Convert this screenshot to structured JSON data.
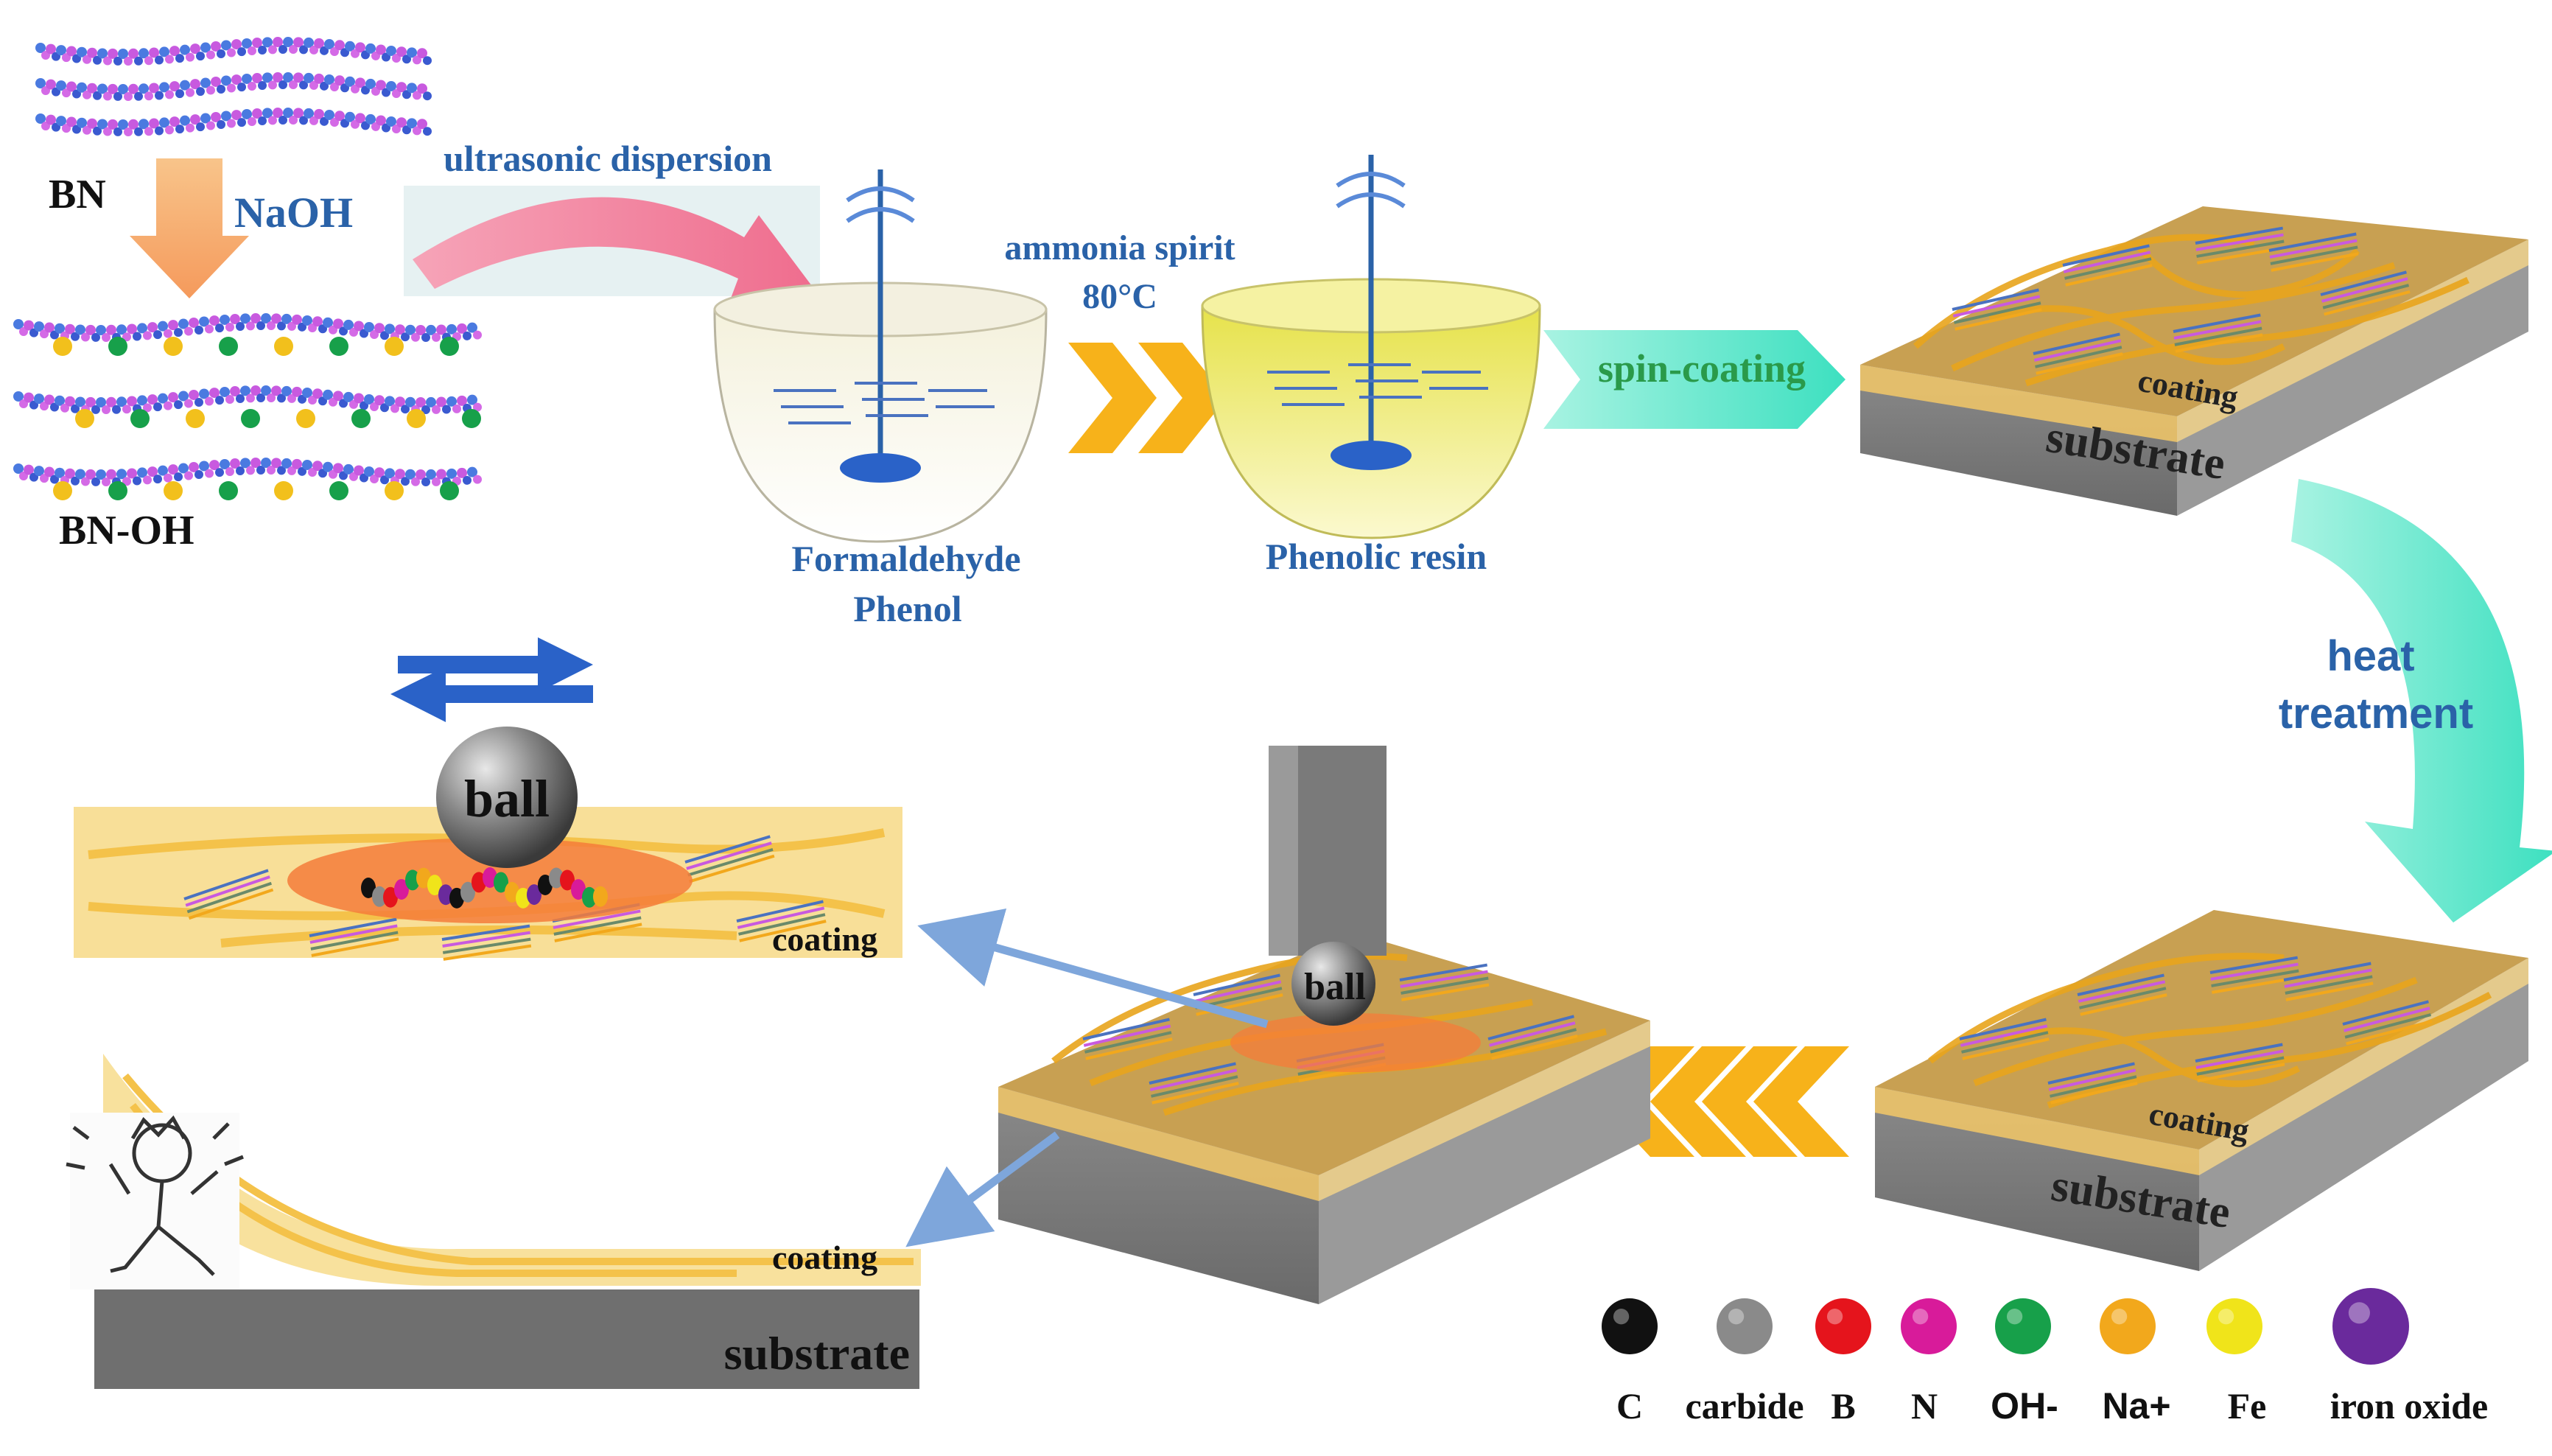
{
  "labels": {
    "bn": "BN",
    "naoh": "NaOH",
    "bn_oh": "BN-OH",
    "ultrasonic": "ultrasonic dispersion",
    "ammonia": "ammonia spirit",
    "temperature": "80°C",
    "formaldehyde": "Formaldehyde",
    "phenol": "Phenol",
    "phenolic_resin": "Phenolic resin",
    "spin_coating": "spin-coating",
    "heat": "heat",
    "treatment": "treatment",
    "ball": "ball",
    "coating": "coating",
    "substrate": "substrate"
  },
  "legend": [
    {
      "label": "C",
      "color": "#111111"
    },
    {
      "label": "carbide",
      "color": "#8a8a8a"
    },
    {
      "label": "B",
      "color": "#e5141c"
    },
    {
      "label": "N",
      "color": "#d81b9a"
    },
    {
      "label": "OH-",
      "color": "#17a04a"
    },
    {
      "label": "Na+",
      "color": "#f2a81c"
    },
    {
      "label": "Fe",
      "color": "#f0e41a"
    },
    {
      "label": "iron oxide",
      "color": "#6a2a9c"
    }
  ],
  "colors": {
    "text_blue": "#2a62a8",
    "accent_teal": "#3de0c0",
    "accent_pink": "#f27a9a",
    "accent_orange": "#f7b21a",
    "coating_yellow": "#f7d98a",
    "substrate_gray": "#6f6f6f",
    "fiber_gold": "#e8a41c"
  }
}
